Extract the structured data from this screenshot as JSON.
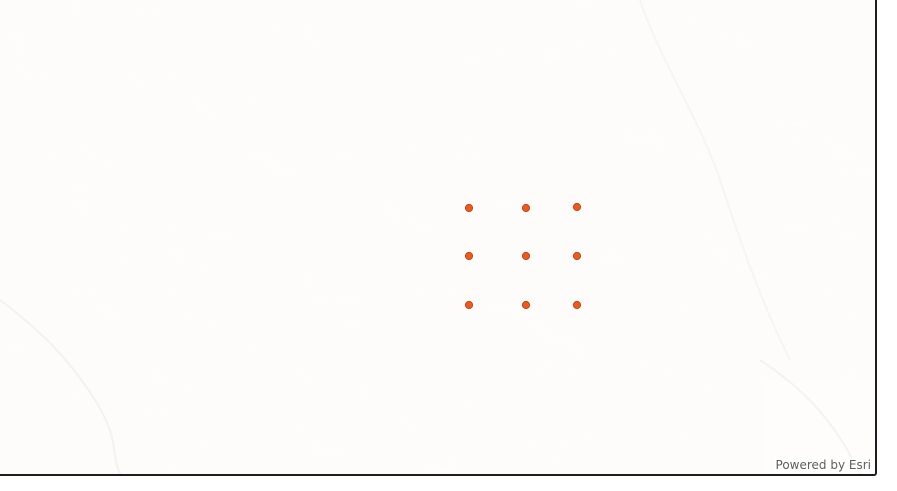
{
  "map": {
    "attribution": "Powered by Esri",
    "basemap_style": "hillshade-light",
    "marker_color": "#e65b25",
    "marker_stroke": "#c04a1c",
    "points_grid": {
      "rows": 3,
      "cols": 3,
      "count": 9
    }
  }
}
